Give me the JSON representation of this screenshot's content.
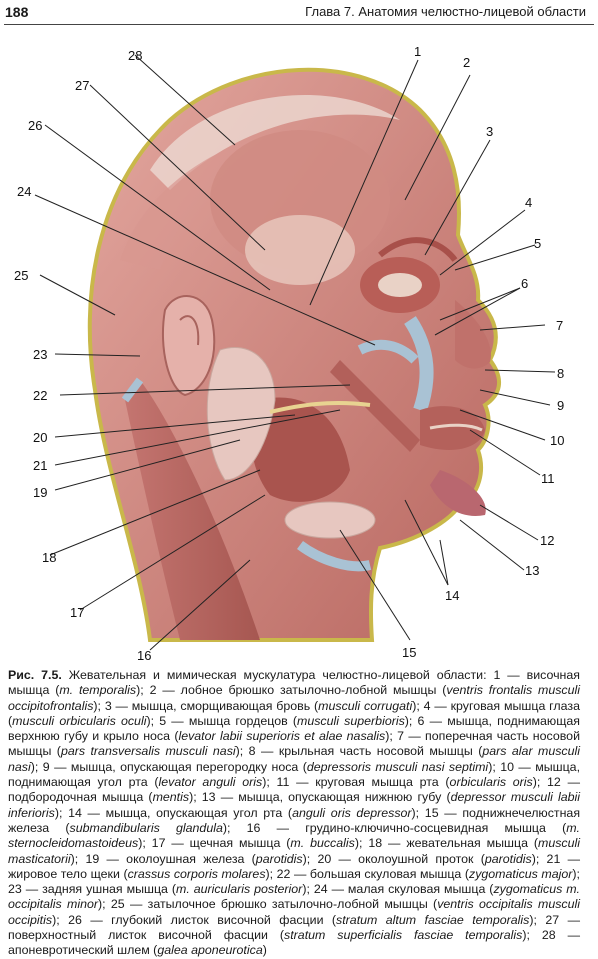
{
  "header": {
    "page_number": "188",
    "chapter_title": "Глава 7. Анатомия челюстно-лицевой области"
  },
  "figure": {
    "labels": [
      "1",
      "2",
      "3",
      "4",
      "5",
      "6",
      "7",
      "8",
      "9",
      "10",
      "11",
      "12",
      "13",
      "14",
      "15",
      "16",
      "17",
      "18",
      "19",
      "20",
      "21",
      "22",
      "23",
      "24",
      "25",
      "26",
      "27",
      "28"
    ]
  },
  "caption": {
    "fig_label": "Рис. 7.5.",
    "intro": " Жевательная и мимическая мускулатура челюстно-лицевой области: ",
    "items": [
      {
        "n": "1",
        "ru": "височная мышца",
        "lat": "m. temporalis"
      },
      {
        "n": "2",
        "ru": "лобное брюшко затылочно-лобной мышцы",
        "lat": "ventris frontalis musculi occipitofrontalis"
      },
      {
        "n": "3",
        "ru": "мышца, сморщивающая бровь",
        "lat": "musculi corrugati"
      },
      {
        "n": "4",
        "ru": "круговая мышца глаза",
        "lat": "musculi orbicularis oculi"
      },
      {
        "n": "5",
        "ru": "мышца гордецов",
        "lat": "musculi superbioris"
      },
      {
        "n": "6",
        "ru": "мышца, поднимающая верхнюю губу и крыло носа",
        "lat": "levator labii superioris et alae nasalis"
      },
      {
        "n": "7",
        "ru": "поперечная часть носовой мышцы",
        "lat": "pars transversalis musculi nasi"
      },
      {
        "n": "8",
        "ru": "крыльная часть носовой мышцы",
        "lat": "pars alar musculi nasi"
      },
      {
        "n": "9",
        "ru": "мышца, опускающая перегородку носа",
        "lat": "depressoris musculi nasi septimi"
      },
      {
        "n": "10",
        "ru": "мышца, поднимающая угол рта",
        "lat": "levator anguli oris"
      },
      {
        "n": "11",
        "ru": "круговая мышца рта",
        "lat": "orbicularis oris"
      },
      {
        "n": "12",
        "ru": "подбородочная мышца",
        "lat": "mentis"
      },
      {
        "n": "13",
        "ru": "мышца, опускающая нижнюю губу",
        "lat": "depressor musculi labii inferioris"
      },
      {
        "n": "14",
        "ru": "мышца, опускающая угол рта",
        "lat": "anguli oris depressor"
      },
      {
        "n": "15",
        "ru": "поднижнечелюстная железа",
        "lat": "submandibularis glandula"
      },
      {
        "n": "16",
        "ru": "грудино-ключично-сосцевидная мышца",
        "lat": "m. sternocleidomastoideus"
      },
      {
        "n": "17",
        "ru": "щечная мышца",
        "lat": "m. buccalis"
      },
      {
        "n": "18",
        "ru": "жевательная мышца",
        "lat": "musculi masticatorii"
      },
      {
        "n": "19",
        "ru": "околоушная железа",
        "lat": "parotidis"
      },
      {
        "n": "20",
        "ru": "околоушной проток",
        "lat": "parotidis"
      },
      {
        "n": "21",
        "ru": "жировое тело щеки",
        "lat": "crassus corporis molares"
      },
      {
        "n": "22",
        "ru": "большая скуловая мышца",
        "lat": "zygomaticus major"
      },
      {
        "n": "23",
        "ru": "задняя ушная мышца",
        "lat": "m. auricularis posterior"
      },
      {
        "n": "24",
        "ru": "малая скуловая мышца",
        "lat": "zygomaticus m. occipitalis minor"
      },
      {
        "n": "25",
        "ru": "затылочное брюшко затылочно-лобной мышцы",
        "lat": "ventris occipitalis musculi occipitis"
      },
      {
        "n": "26",
        "ru": "глубокий листок височной фасции",
        "lat": "stratum altum fasciae temporalis"
      },
      {
        "n": "27",
        "ru": "поверхностный листок височной фасции",
        "lat": "stratum superficialis fasciae temporalis"
      },
      {
        "n": "28",
        "ru": "апоневротический шлем",
        "lat": "galea aponeurotica"
      }
    ]
  },
  "colors": {
    "muscle": "#c97b74",
    "muscle_dark": "#9e4f4a",
    "tendon": "#e9d2c6",
    "fascia_blue": "#a9c2d4",
    "gland": "#e7c7c0",
    "duct": "#e8d391",
    "outline": "#c9b84a"
  }
}
